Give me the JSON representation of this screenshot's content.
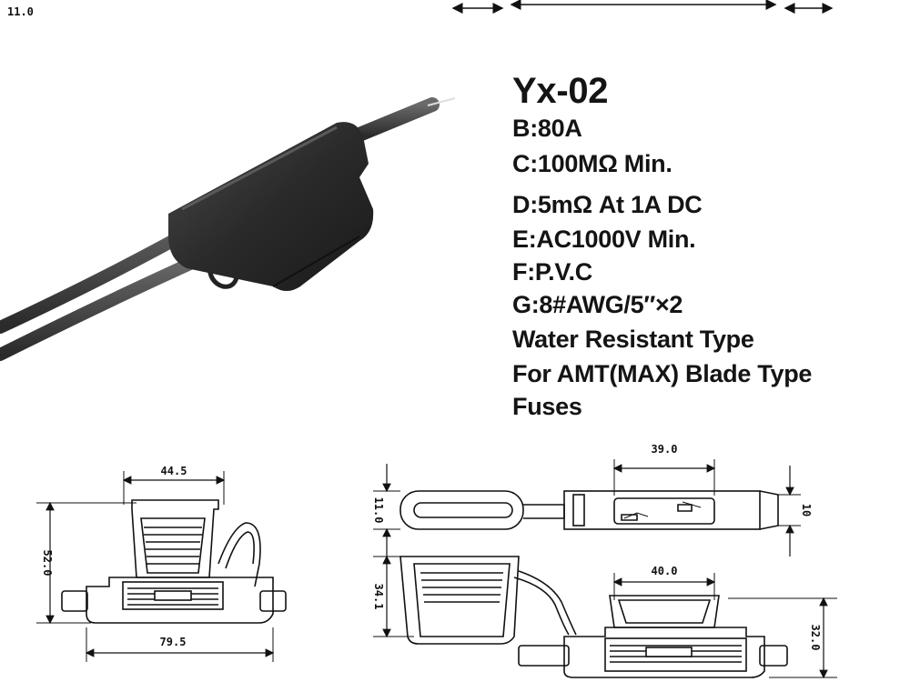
{
  "corner_label": "11.0",
  "product": {
    "model": "Yx-02",
    "specs": [
      "B:80A",
      "C:100MΩ Min.",
      "D:5mΩ At 1A DC",
      "E:AC1000V Min.",
      "F:P.V.C",
      "G:8#AWG/5″×2",
      "Water Resistant Type",
      "For AMT(MAX) Blade Type",
      "Fuses"
    ]
  },
  "dimensions": {
    "front_top_width": "44.5",
    "front_height": "52.0",
    "front_base_width": "79.5",
    "top_view_width": "39.0",
    "top_view_height": "11.0",
    "top_view_depth": "10",
    "side_height": "34.1",
    "side_inner_width": "40.0",
    "side_base_height": "32.0"
  },
  "colors": {
    "line": "#111111",
    "housing": "#2a2a2a",
    "wire": "#3a3a3a"
  }
}
